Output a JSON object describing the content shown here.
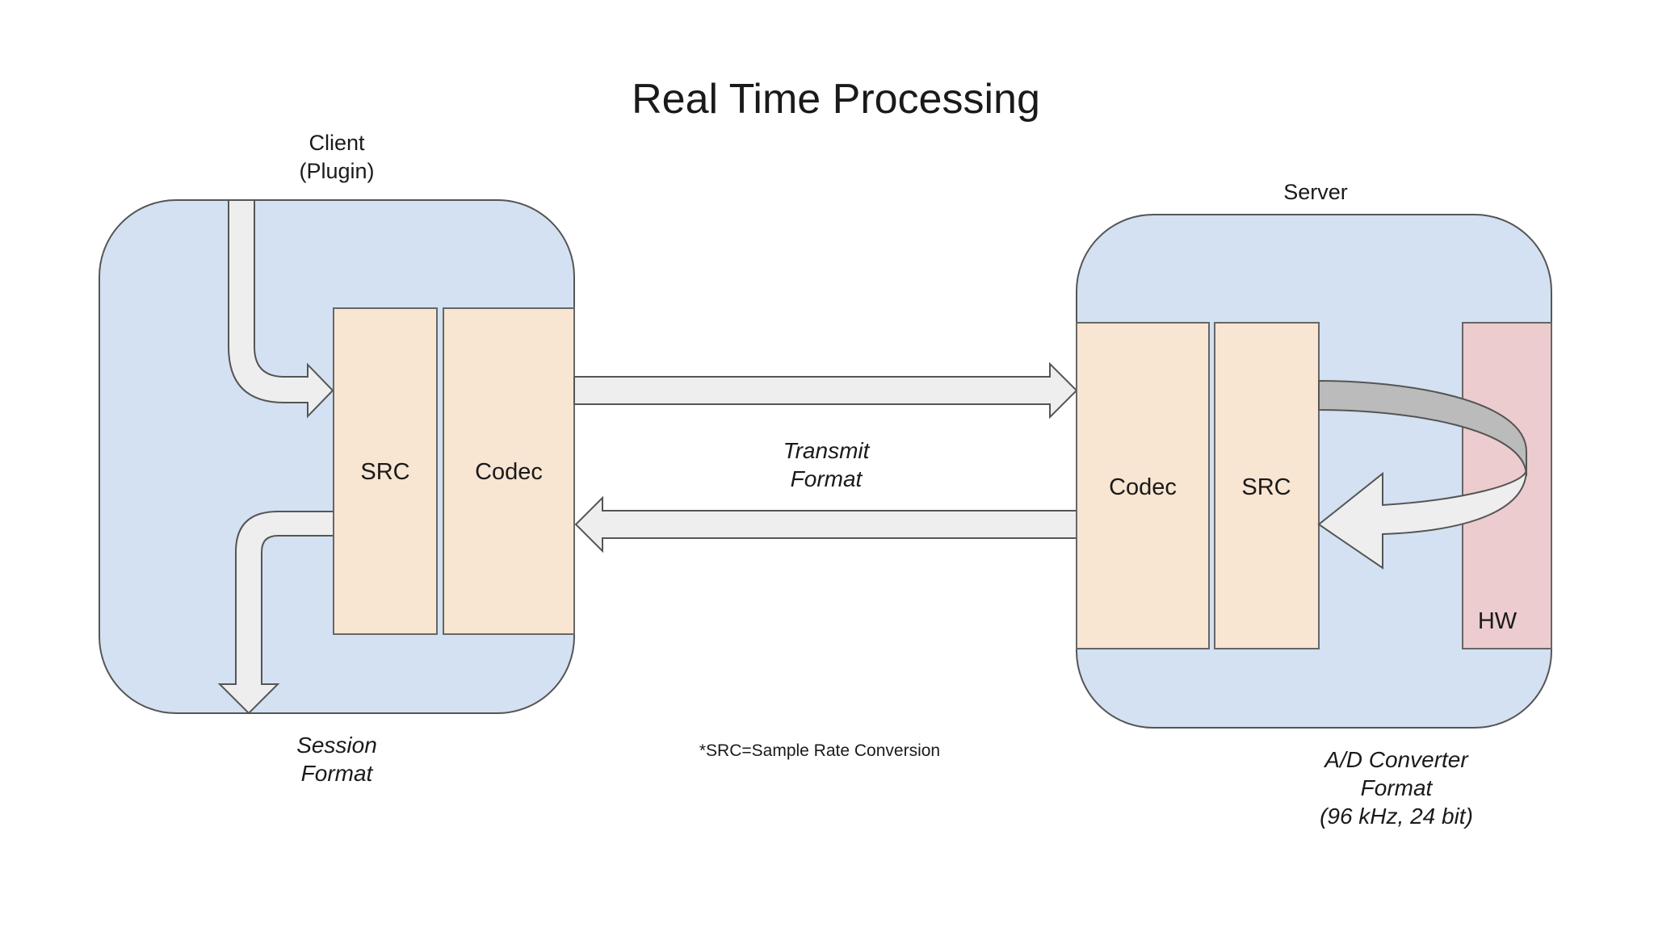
{
  "title": "Real Time Processing",
  "client": {
    "heading_line1": "Client",
    "heading_line2": "(Plugin)",
    "src_label": "SRC",
    "codec_label": "Codec",
    "format_line1": "Session",
    "format_line2": "Format"
  },
  "transmit": {
    "line1": "Transmit",
    "line2": "Format"
  },
  "footnote": "*SRC=Sample Rate Conversion",
  "server": {
    "heading": "Server",
    "codec_label": "Codec",
    "src_label": "SRC",
    "hw_label": "HW",
    "format_line1": "A/D Converter",
    "format_line2": "Format",
    "format_line3": "(96 kHz, 24 bit)"
  },
  "colors": {
    "panel": "#d3e1f2",
    "block": "#f8e5d2",
    "hw": "#ecccce",
    "arrow": "#eeeeee",
    "loop_band": "#bbbbbb"
  }
}
